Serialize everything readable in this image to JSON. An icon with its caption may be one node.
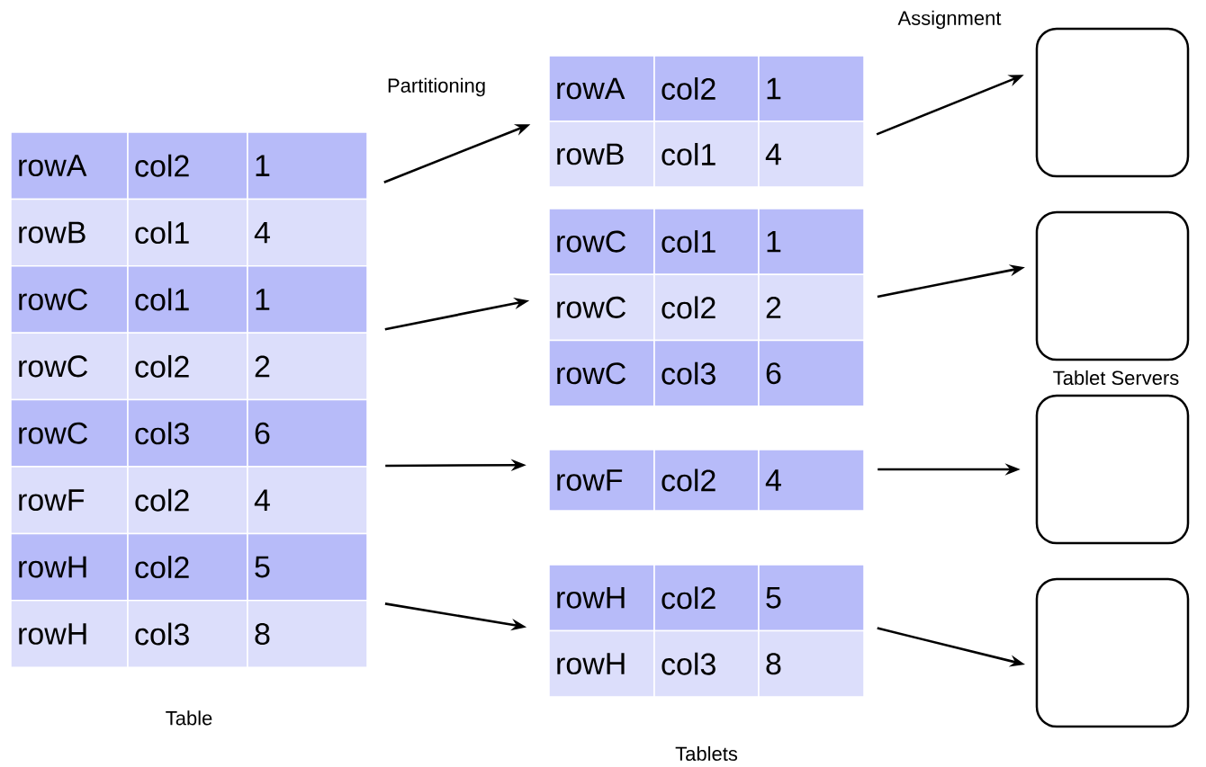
{
  "diagram": {
    "nodes": [
      {
        "text": [
          "rowA",
          "col2",
          "1",
          "rowB",
          "col1",
          "4",
          "rowC",
          "col1",
          "1",
          "rowC",
          "col2",
          "2",
          "rowC",
          "col3",
          "6",
          "rowF",
          "col2",
          "4",
          "rowH",
          "col2",
          "5",
          "rowH",
          "col3",
          "8"
        ],
        "beside": [
          "Table"
        ]
      },
      {
        "text": [
          "rowA",
          "col2",
          "1",
          "rowB",
          "col1",
          "4"
        ]
      },
      {
        "text": [
          "rowC",
          "col1",
          "1",
          "rowC",
          "col2",
          "2",
          "rowC",
          "col3",
          "6"
        ]
      },
      {
        "text": [
          "rowF",
          "col2",
          "4"
        ]
      },
      {
        "text": [
          "rowH",
          "col2",
          "5",
          "rowH",
          "col3",
          "8"
        ]
      },
      {
        "text": [],
        "shape": "box"
      },
      {
        "text": [],
        "shape": "box"
      },
      {
        "text": [],
        "shape": "box"
      },
      {
        "text": [],
        "shape": "box"
      }
    ],
    "edges": [
      {
        "from": 0,
        "to": 1,
        "arrow": "to"
      },
      {
        "from": 0,
        "to": 2,
        "arrow": "to"
      },
      {
        "from": 0,
        "to": 3,
        "arrow": "to"
      },
      {
        "from": 0,
        "to": 4,
        "arrow": "to"
      },
      {
        "from": 1,
        "to": 5,
        "arrow": "to"
      },
      {
        "from": 2,
        "to": 6,
        "arrow": "to"
      },
      {
        "from": 3,
        "to": 7,
        "arrow": "to"
      },
      {
        "from": 4,
        "to": 8,
        "arrow": "to"
      }
    ],
    "labels": [
      "Assignment",
      "Partitioning",
      "Tablet Servers",
      "Tablets"
    ]
  }
}
